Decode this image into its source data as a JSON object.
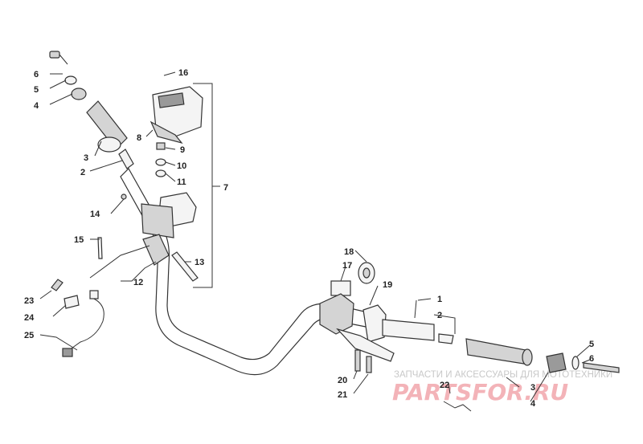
{
  "callouts": [
    {
      "id": "c6a",
      "text": "6"
    },
    {
      "id": "c5a",
      "text": "5"
    },
    {
      "id": "c4a",
      "text": "4"
    },
    {
      "id": "c16",
      "text": "16"
    },
    {
      "id": "c8",
      "text": "8"
    },
    {
      "id": "c9",
      "text": "9"
    },
    {
      "id": "c3a",
      "text": "3"
    },
    {
      "id": "c10",
      "text": "10"
    },
    {
      "id": "c2a",
      "text": "2"
    },
    {
      "id": "c11",
      "text": "11"
    },
    {
      "id": "c7",
      "text": "7"
    },
    {
      "id": "c14",
      "text": "14"
    },
    {
      "id": "c15",
      "text": "15"
    },
    {
      "id": "c13",
      "text": "13"
    },
    {
      "id": "c12",
      "text": "12"
    },
    {
      "id": "c23",
      "text": "23"
    },
    {
      "id": "c24",
      "text": "24"
    },
    {
      "id": "c25",
      "text": "25"
    },
    {
      "id": "c18",
      "text": "18"
    },
    {
      "id": "c17",
      "text": "17"
    },
    {
      "id": "c19",
      "text": "19"
    },
    {
      "id": "c1",
      "text": "1"
    },
    {
      "id": "c2b",
      "text": "2"
    },
    {
      "id": "c5b",
      "text": "5"
    },
    {
      "id": "c6b",
      "text": "6"
    },
    {
      "id": "c20",
      "text": "20"
    },
    {
      "id": "c22",
      "text": "22"
    },
    {
      "id": "c3b",
      "text": "3"
    },
    {
      "id": "c21",
      "text": "21"
    },
    {
      "id": "c4b",
      "text": "4"
    }
  ],
  "watermark": {
    "tagline": "ЗАПЧАСТИ И АКСЕССУАРЫ ДЛЯ МОТОТЕХНИКИ",
    "brand": "PARTSFOR.RU"
  },
  "colors": {
    "line": "#333333",
    "watermark_brand": "#f3b3b8",
    "watermark_text": "#c8c8c8"
  }
}
